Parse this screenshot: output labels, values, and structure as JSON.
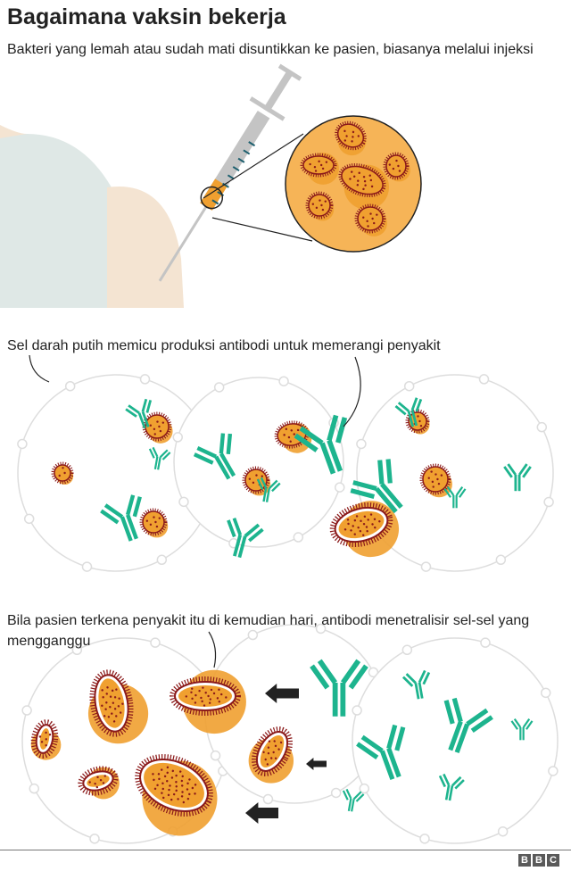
{
  "header": {
    "title": "Bagaimana vaksin bekerja",
    "subtitle": "Bakteri yang lemah atau sudah mati disuntikkan ke pasien, biasanya melalui injeksi"
  },
  "steps": [
    {
      "caption": "Sel darah putih memicu produksi antibodi untuk memerangi penyakit"
    },
    {
      "caption": "Bila pasien terkena penyakit itu di kemudian hari, antibodi menetralisir sel-sel yang mengganggu"
    }
  ],
  "footer": {
    "logo_letters": [
      "B",
      "B",
      "C"
    ]
  },
  "colors": {
    "antibody": "#1db48e",
    "bacteria_fill": "#f0a030",
    "bacteria_outline": "#8b1a1a",
    "magnifier_fill": "#f6b457",
    "skin": "#f4e4d2",
    "shirt": "#dfe8e6",
    "cell_outline": "#dddddd"
  }
}
